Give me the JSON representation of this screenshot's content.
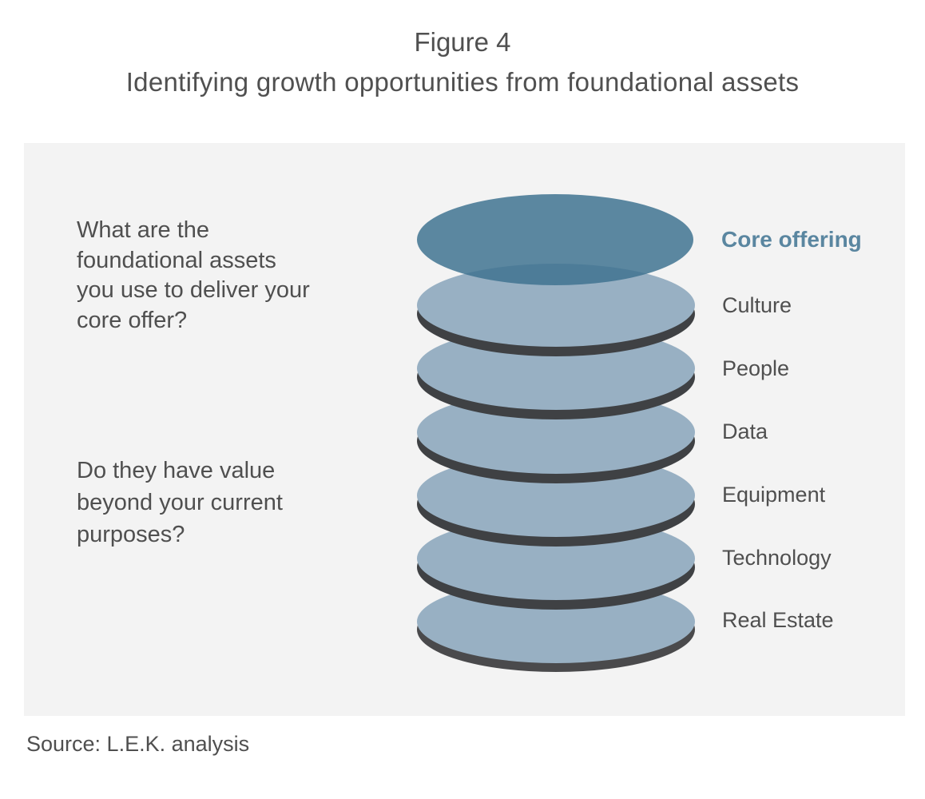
{
  "header": {
    "figure_label": "Figure 4",
    "title": "Identifying growth opportunities from foundational assets"
  },
  "questions": {
    "q1": "What are the foundational assets you use to deliver your core offer?",
    "q2": "Do they have value beyond your current purposes?"
  },
  "stack": {
    "core": "Core offering",
    "layers": [
      "Culture",
      "People",
      "Data",
      "Equipment",
      "Technology",
      "Real Estate"
    ]
  },
  "colors": {
    "core_fill": "#5a87a0",
    "layer_fill": "#98b0c3",
    "layer_shadow": "#4a4a4c",
    "panel": "#f3f3f3",
    "core_text": "#5a86a0"
  },
  "footer": {
    "source": "Source: L.E.K. analysis"
  }
}
